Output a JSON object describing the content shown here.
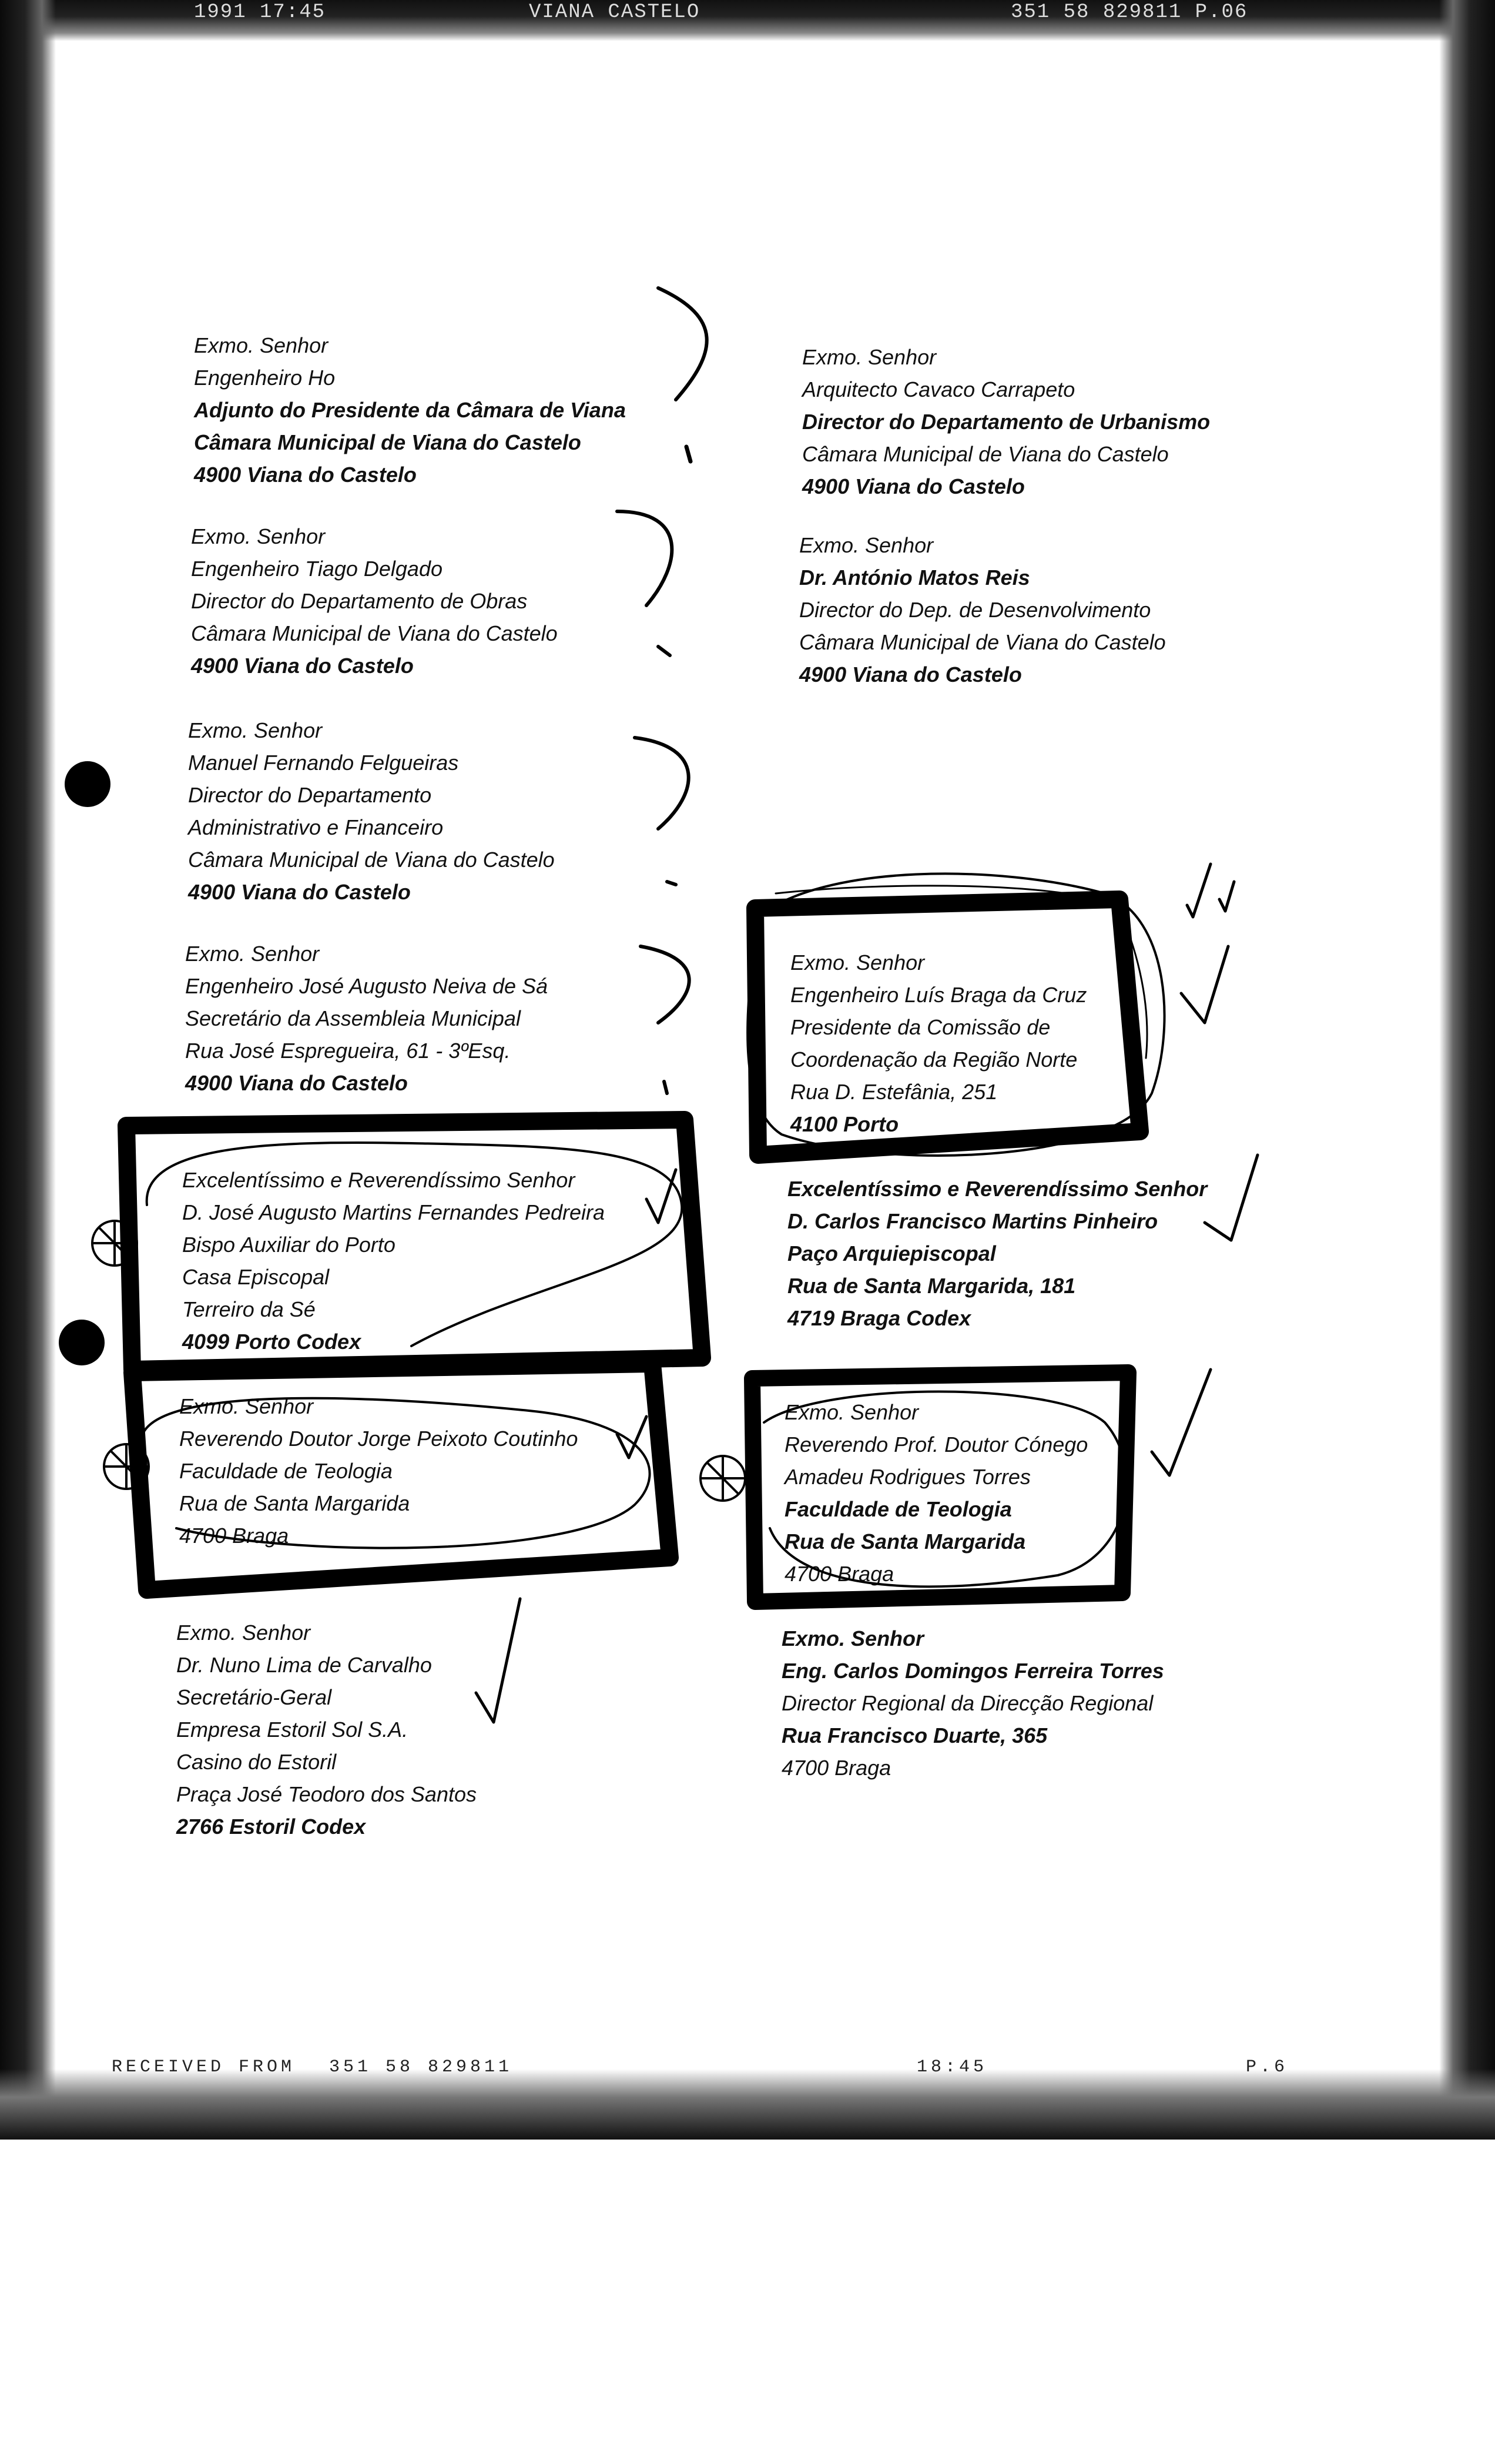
{
  "fax_header": {
    "left": "1991 17:45",
    "center": "VIANA CASTELO",
    "right": "351 58 829811 P.06"
  },
  "addresses": {
    "col1": [
      {
        "lines": [
          "Exmo. Senhor",
          "Engenheiro Ho",
          "Adjunto do Presidente da Câmara de Viana",
          "Câmara Municipal de Viana do Castelo",
          "4900 Viana do Castelo"
        ]
      },
      {
        "lines": [
          "Exmo. Senhor",
          "Engenheiro Tiago Delgado",
          "Director do Departamento de Obras",
          "Câmara Municipal de Viana do Castelo",
          "4900 Viana do Castelo"
        ]
      },
      {
        "lines": [
          "Exmo. Senhor",
          "Manuel Fernando Felgueiras",
          "Director do Departamento",
          "Administrativo e Financeiro",
          "Câmara Municipal de Viana do Castelo",
          "4900 Viana do Castelo"
        ]
      },
      {
        "lines": [
          "Exmo. Senhor",
          "Engenheiro José Augusto Neiva de Sá",
          "Secretário da Assembleia Municipal",
          "Rua José Espregueira, 61 - 3ºEsq.",
          "4900 Viana do Castelo"
        ]
      },
      {
        "lines": [
          "Excelentíssimo e Reverendíssimo Senhor",
          "D. José Augusto Martins Fernandes Pedreira",
          "Bispo Auxiliar do Porto",
          "Casa Episcopal",
          "Terreiro da Sé",
          "4099 Porto Codex"
        ]
      },
      {
        "lines": [
          "Exmo. Senhor",
          "Reverendo Doutor Jorge Peixoto Coutinho",
          "Faculdade de Teologia",
          "Rua de Santa Margarida",
          "4700 Braga"
        ]
      },
      {
        "lines": [
          "Exmo. Senhor",
          "Dr. Nuno Lima de Carvalho",
          "Secretário-Geral",
          "Empresa Estoril Sol S.A.",
          "Casino do Estoril",
          "Praça José Teodoro dos Santos",
          "2766 Estoril Codex"
        ]
      }
    ],
    "col2": [
      {
        "lines": [
          "Exmo. Senhor",
          "Arquitecto Cavaco Carrapeto",
          "Director do Departamento de Urbanismo",
          "Câmara Municipal de Viana do Castelo",
          "4900 Viana do Castelo"
        ]
      },
      {
        "lines": [
          "Exmo. Senhor",
          "Dr. António Matos Reis",
          "Director do Dep. de Desenvolvimento",
          "Câmara Municipal de Viana do Castelo",
          "4900 Viana do Castelo"
        ]
      },
      {
        "lines": [
          "Exmo. Senhor",
          "Engenheiro Luís Braga da Cruz",
          "Presidente da Comissão de",
          "Coordenação da Região Norte",
          "Rua D. Estefânia, 251",
          "4100 Porto"
        ]
      },
      {
        "lines": [
          "Excelentíssimo e Reverendíssimo Senhor",
          "D. Carlos Francisco Martins Pinheiro",
          "Paço Arquiepiscopal",
          "Rua de Santa Margarida, 181",
          "4719 Braga Codex"
        ]
      },
      {
        "lines": [
          "Exmo. Senhor",
          "Reverendo Prof. Doutor Cónego",
          "Amadeu Rodrigues Torres",
          "Faculdade de Teologia",
          "Rua de Santa Margarida",
          "4700 Braga"
        ]
      },
      {
        "lines": [
          "Exmo. Senhor",
          "Eng. Carlos Domingos Ferreira Torres",
          "Director Regional da Direcção Regional",
          "Rua Francisco Duarte, 365",
          "4700 Braga"
        ]
      }
    ]
  },
  "fax_footer": {
    "received": "RECEIVED FROM",
    "number": "351 58 829811",
    "time": "18:45",
    "page": "P.6"
  }
}
